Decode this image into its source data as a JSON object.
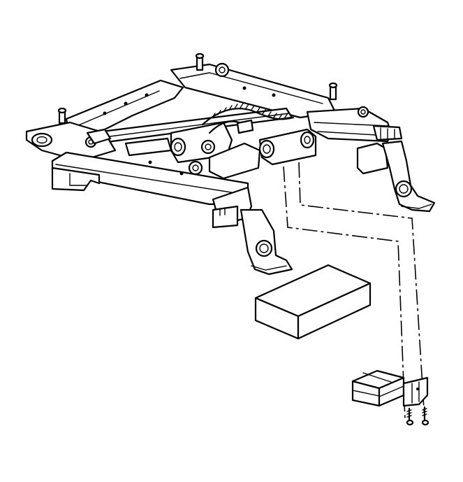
{
  "figure": {
    "components": [
      {
        "name": "seat-adjuster-frame",
        "icon": "seat-adjuster-frame-drawing"
      },
      {
        "name": "control-module",
        "icon": "module-block-drawing"
      },
      {
        "name": "mounting-bracket",
        "icon": "bracket-drawing"
      },
      {
        "name": "screw-1",
        "icon": "screw-drawing"
      },
      {
        "name": "screw-2",
        "icon": "screw-drawing"
      }
    ],
    "colors": {
      "line": "#000000",
      "background": "#ffffff"
    }
  }
}
